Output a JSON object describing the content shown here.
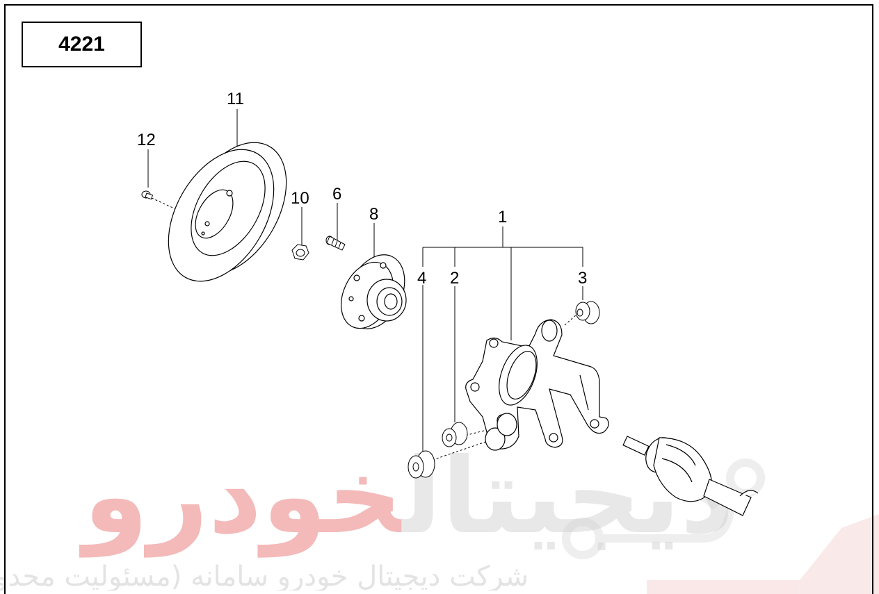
{
  "diagram": {
    "code": "4221",
    "labels": {
      "p1": "1",
      "p2": "2",
      "p3": "3",
      "p4": "4",
      "p6": "6",
      "p8": "8",
      "p10": "10",
      "p11": "11",
      "p12": "12"
    }
  },
  "watermark": {
    "brand_a": "دیجیتال",
    "brand_b": "خودرو",
    "subtitle": "شرکت دیجیتال خودرو سامانه (مسئولیت محدود)",
    "brand_color": "#e53935"
  },
  "icons": [
    "car-logo-icon"
  ]
}
